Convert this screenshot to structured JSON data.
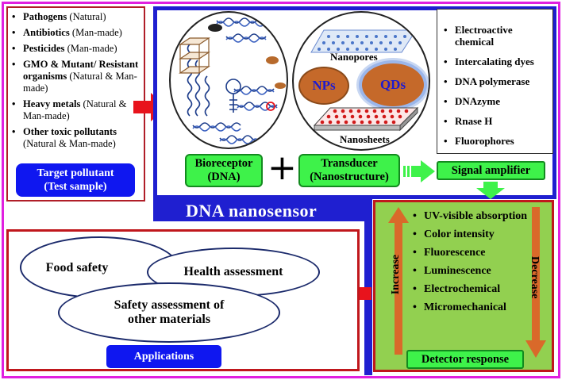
{
  "pollutants": {
    "items": [
      {
        "bold": "Pathogens",
        "rest": " (Natural)"
      },
      {
        "bold": "Antibiotics",
        "rest": " (Man-made)"
      },
      {
        "bold": "Pesticides",
        "rest": " (Man-made)"
      },
      {
        "bold": "GMO & Mutant/ Resistant organisms",
        "rest": " (Natural & Man-made)"
      },
      {
        "bold": "Heavy metals",
        "rest": " (Natural & Man-made)"
      },
      {
        "bold": "Other toxic pollutants",
        "rest": " (Natural & Man-made)"
      }
    ],
    "target_line1": "Target pollutant",
    "target_line2": "(Test sample)"
  },
  "nanostructure": {
    "nanopores": "Nanopores",
    "nps": "NPs",
    "qds": "QDs",
    "nanosheets": "Nanosheets"
  },
  "bioreceptor": {
    "line1": "Bioreceptor",
    "line2": "(DNA)"
  },
  "plus": "+",
  "transducer": {
    "line1": "Transducer",
    "line2": "(Nanostructure)"
  },
  "signal_amplifier": "Signal amplifier",
  "amplifiers": [
    "Electroactive chemical",
    "Intercalating dyes",
    "DNA polymerase",
    "DNAzyme",
    "Rnase H",
    "Fluorophores"
  ],
  "dna_nanosensor": "DNA nanosensor",
  "detector": {
    "methods": [
      "UV-visible absorption",
      "Color intensity",
      "Fluorescence",
      "Luminescence",
      "Electrochemical",
      "Micromechanical"
    ],
    "increase": "Increase",
    "decrease": "Decrease",
    "response": "Detector response"
  },
  "applications": {
    "food_safety": "Food safety",
    "health": "Health assessment",
    "other_line1": "Safety assessment of",
    "other_line2": "other materials",
    "label": "Applications"
  },
  "colors": {
    "frame": "#e020e0",
    "blue": "#1f1fd0",
    "red": "#c0171c",
    "green_fill": "#92d050",
    "green_button": "#3ef24a",
    "orange_arrow": "#d9692a"
  }
}
